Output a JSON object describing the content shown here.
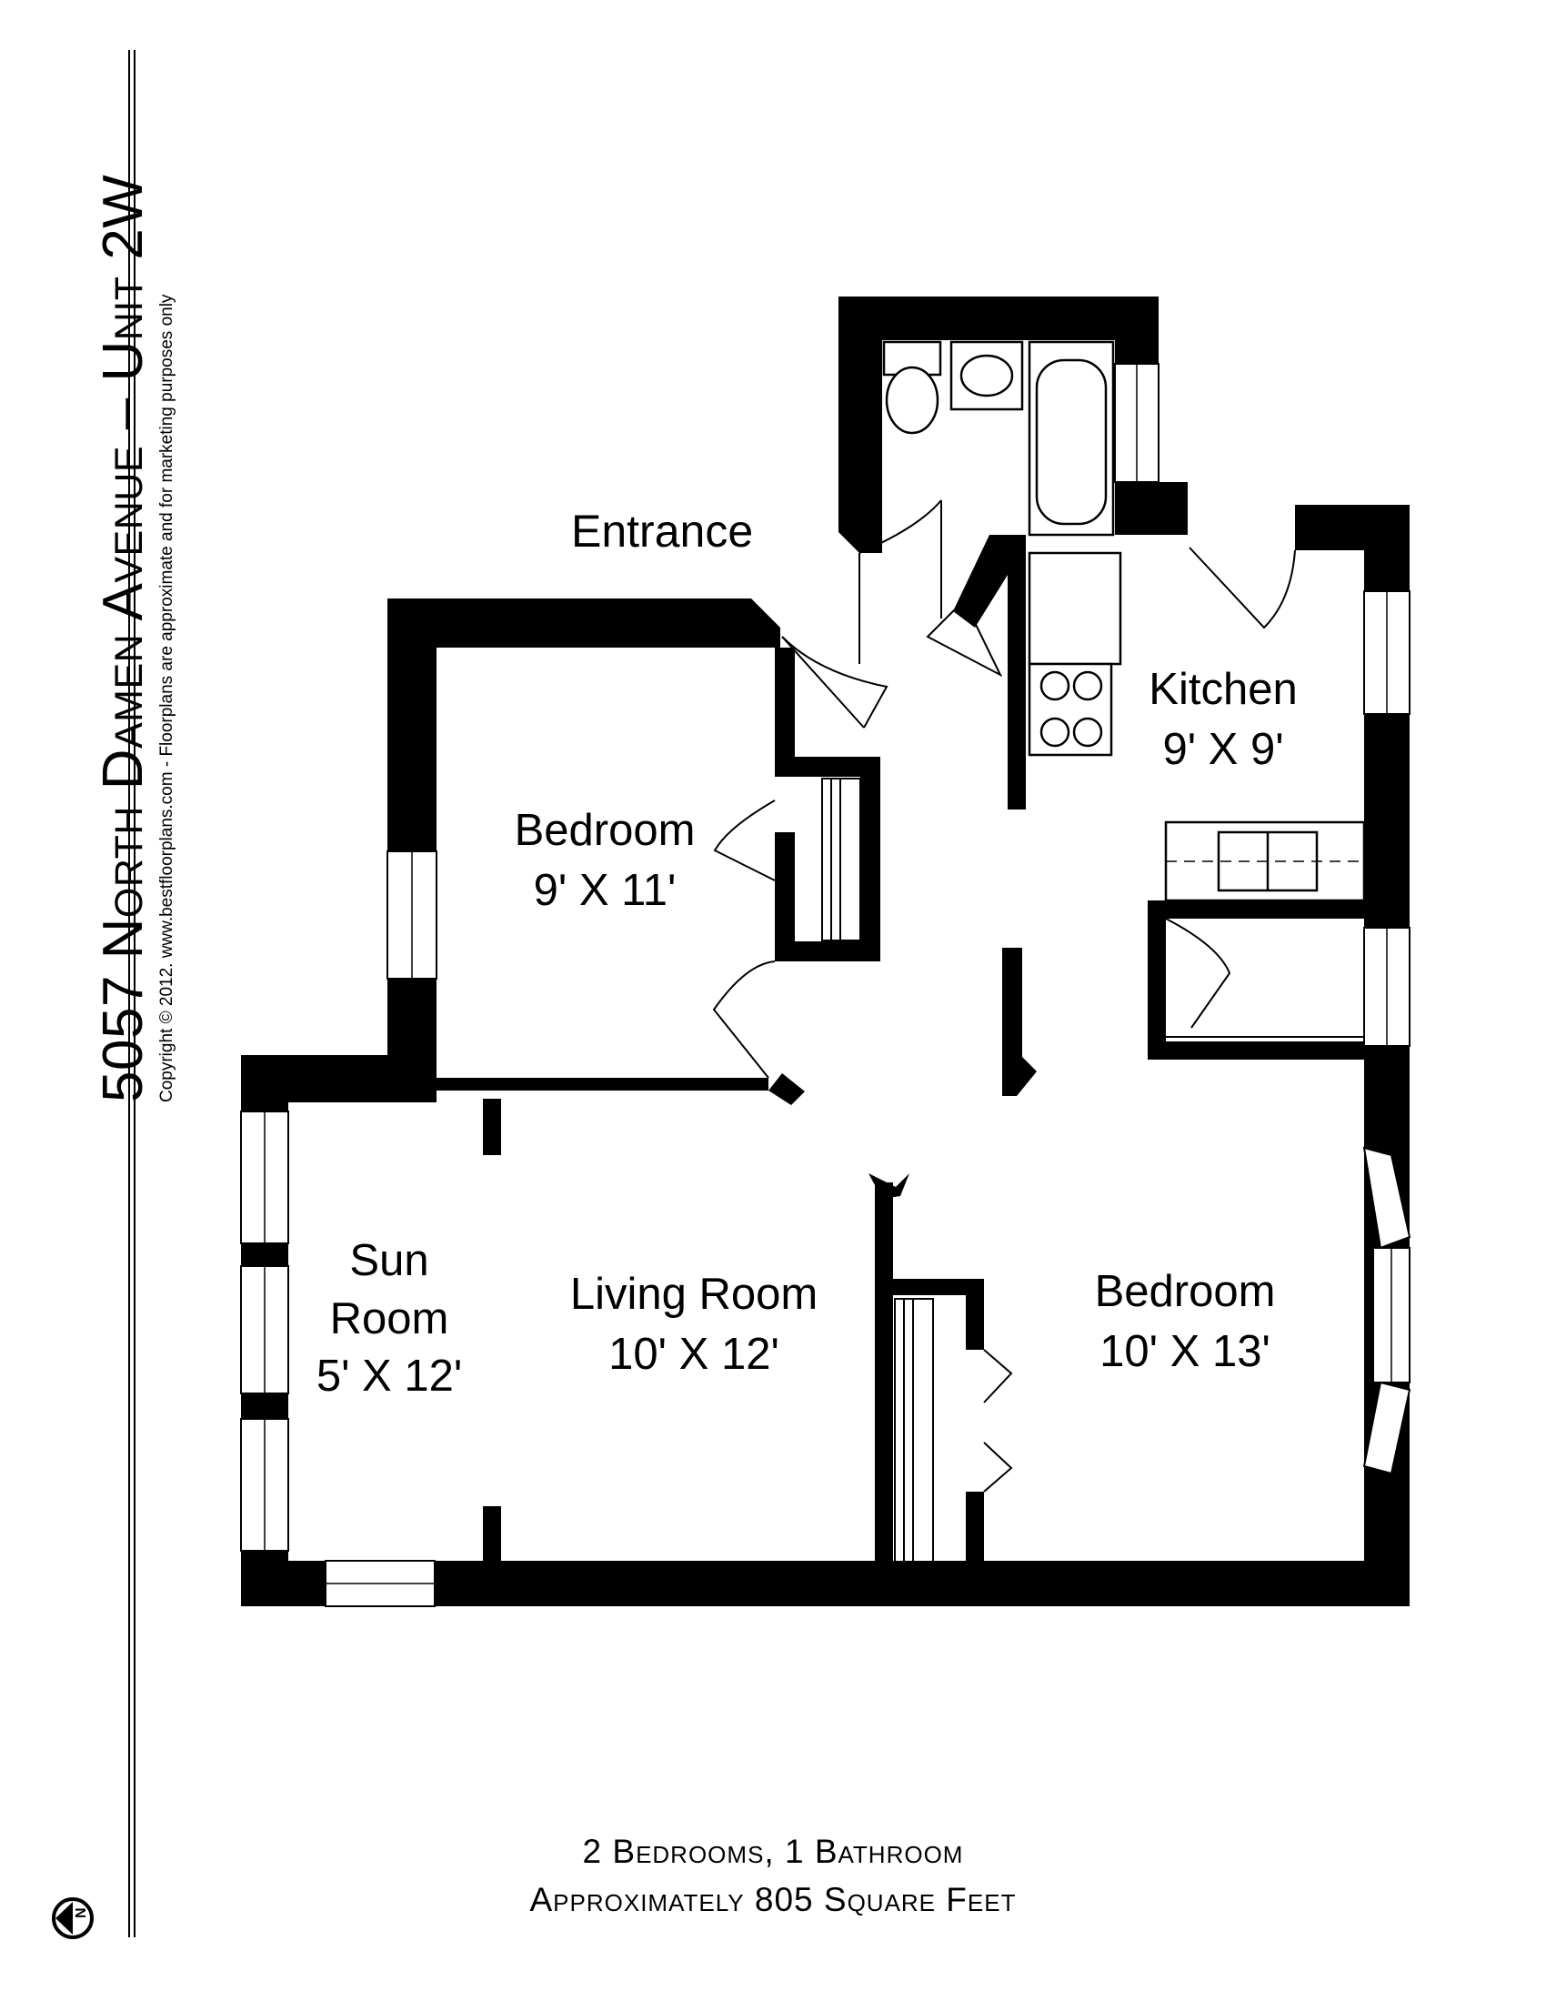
{
  "header": {
    "title": "5057 North Damen Avenue – Unit 2W",
    "copyright": "Copyright © 2012. www.bestfloorplans.com - Floorplans are approximate and for marketing purposes only"
  },
  "plan": {
    "entrance": "Entrance",
    "rooms": [
      {
        "name": "Bedroom",
        "size": "9' X 11'"
      },
      {
        "name": "Kitchen",
        "size": "9' X 9'"
      },
      {
        "name": "Sun",
        "name2": "Room",
        "size": "5' X 12'"
      },
      {
        "name": "Living Room",
        "size": "10' X 12'"
      },
      {
        "name": "Bedroom",
        "size": "10' X 13'"
      }
    ]
  },
  "footer": {
    "line1": "2 Bedrooms, 1 Bathroom",
    "line2": "Approximately 805 Square Feet"
  },
  "compass": {
    "letter": "N"
  }
}
